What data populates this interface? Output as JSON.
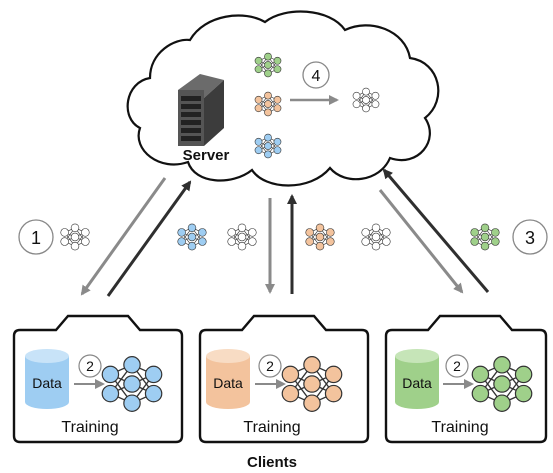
{
  "diagram": {
    "server_label": "Server",
    "clients_label": "Clients",
    "data_label": "Data",
    "training_label": "Training",
    "steps": {
      "s1": "1",
      "s2": "2",
      "s3": "3",
      "s4": "4"
    },
    "colors": {
      "blue": "#9ecdf2",
      "orange": "#f3c39d",
      "green": "#9fd08a",
      "white": "#ffffff",
      "arrow_gray": "#8a8a8a",
      "arrow_dark": "#2f2f2f"
    },
    "icons": {
      "server": "server-rack-icon",
      "cloud": "cloud-icon",
      "camera": "camera-device-icon",
      "database": "database-cylinder-icon",
      "network": "neural-network-icon"
    }
  }
}
